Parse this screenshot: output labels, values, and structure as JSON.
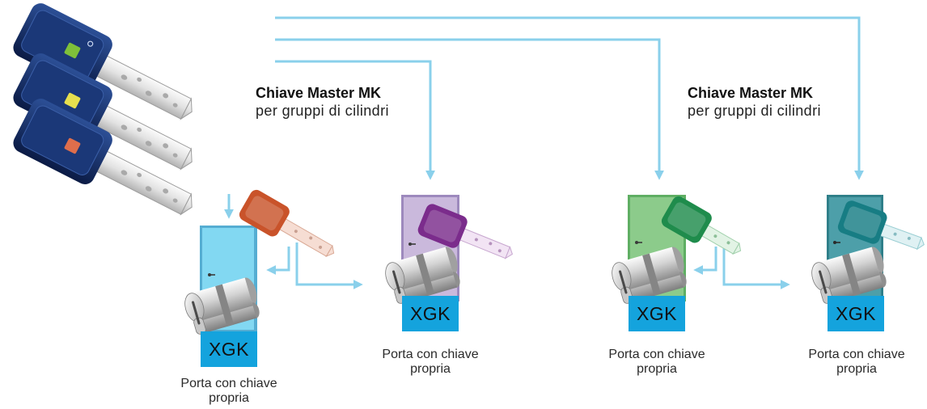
{
  "master_labels": [
    {
      "title": "Chiave Master MK",
      "subtitle": "per gruppi di cilindri"
    },
    {
      "title": "Chiave Master MK",
      "subtitle": "per gruppi di cilindri"
    }
  ],
  "master_keys": [
    {
      "chip_color": "#7ec03a"
    },
    {
      "chip_color": "#e6df4e"
    },
    {
      "chip_color": "#df6e4c"
    }
  ],
  "doors": [
    {
      "badge": "XGK",
      "caption_line1": "Porta con chiave",
      "caption_line2": "propria",
      "door_color": "#82d8f2",
      "frame_color": "#55add2",
      "key_color": "#c9532a",
      "blade_color": "#f6ddd3"
    },
    {
      "badge": "XGK",
      "caption_line1": "Porta con chiave",
      "caption_line2": "propria",
      "door_color": "#cab9dc",
      "frame_color": "#9d89bd",
      "key_color": "#7b2c8c",
      "blade_color": "#f2e4f4"
    },
    {
      "badge": "XGK",
      "caption_line1": "Porta con chiave",
      "caption_line2": "propria",
      "door_color": "#8ccb8b",
      "frame_color": "#5fae63",
      "key_color": "#1f8c4c",
      "blade_color": "#e2f3e5"
    },
    {
      "badge": "XGK",
      "caption_line1": "Porta con chiave",
      "caption_line2": "propria",
      "door_color": "#4d9fa9",
      "frame_color": "#2f7f89",
      "key_color": "#177d84",
      "blade_color": "#dff1f3"
    }
  ],
  "colors": {
    "arrow": "#8ad0eb",
    "badge": "#14a3dd",
    "master_key_head": "#142d66"
  }
}
